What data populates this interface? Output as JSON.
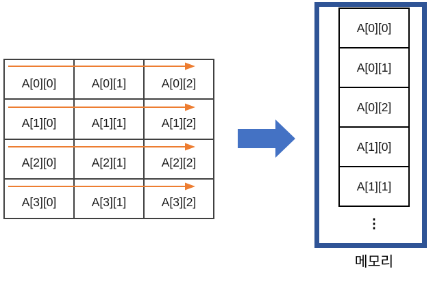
{
  "matrix": {
    "rows": [
      [
        "A[0][0]",
        "A[0][1]",
        "A[0][2]"
      ],
      [
        "A[1][0]",
        "A[1][1]",
        "A[1][2]"
      ],
      [
        "A[2][0]",
        "A[2][1]",
        "A[2][2]"
      ],
      [
        "A[3][0]",
        "A[3][1]",
        "A[3][2]"
      ]
    ]
  },
  "memory": {
    "cells": [
      "A[0][0]",
      "A[0][1]",
      "A[0][2]",
      "A[1][0]",
      "A[1][1]"
    ],
    "ellipsis": "⋮",
    "label": "메모리"
  },
  "colors": {
    "row_arrow": "#ED7D31",
    "transform_arrow": "#4472C4",
    "memory_box_border": "#2F5496",
    "table_border": "#404040",
    "memory_cell_border": "#000000"
  }
}
